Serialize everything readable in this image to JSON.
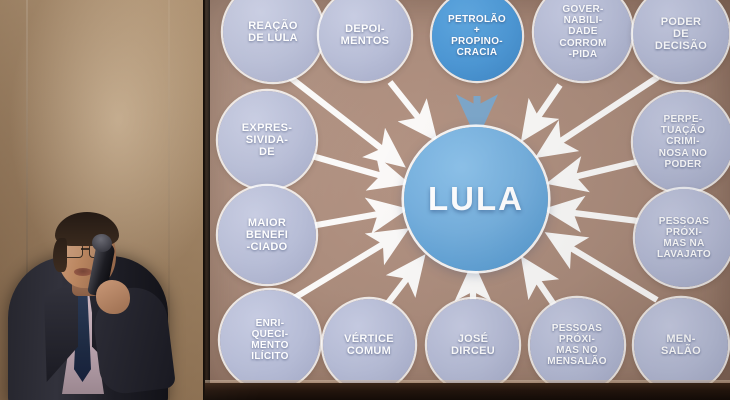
{
  "scene": {
    "kind": "conference-presentation-photo",
    "description": "Speaker with microphone in front of a projected mind-map slide",
    "wall_color": "#9b7b5c",
    "slide_background": "#ab8c7c",
    "frame_color": "#23150d"
  },
  "presenter": {
    "name": "speaker-figure",
    "attire": "dark suit, light shirt, navy tie, eyeglasses",
    "holding": "handheld microphone"
  },
  "slide": {
    "title": "LULA",
    "type": "mind-map",
    "center": {
      "id": "lula",
      "label": "LULA",
      "color": "#76b0de"
    },
    "satellite_color": "#b6bcd6",
    "accent_color": "#4d97d4",
    "arrow_color": "#ffffff",
    "nodes": [
      {
        "id": "reacao-de-lula",
        "lines": [
          "REAÇÃO",
          "DE LULA"
        ],
        "accent": false
      },
      {
        "id": "depoimentos",
        "lines": [
          "DEPOI-",
          "MENTOS"
        ],
        "accent": false
      },
      {
        "id": "petrolao-propinocracia",
        "lines": [
          "PETROLÃO",
          "+",
          "PROPINO-",
          "CRACIA"
        ],
        "accent": true
      },
      {
        "id": "governabilidade",
        "lines": [
          "GOVER-",
          "NABILI-",
          "DADE",
          "CORROM",
          "-PIDA"
        ],
        "accent": false
      },
      {
        "id": "poder-de-decisao",
        "lines": [
          "PODER",
          "DE",
          "DECISÃO"
        ],
        "accent": false
      },
      {
        "id": "expressividade",
        "lines": [
          "EXPRES-",
          "SIVIDA-",
          "DE"
        ],
        "accent": false
      },
      {
        "id": "perpetuacao-criminosa",
        "lines": [
          "PERPE-",
          "TUAÇÃO",
          "CRIMI-",
          "NOSA NO",
          "PODER"
        ],
        "accent": false
      },
      {
        "id": "maior-beneficiado",
        "lines": [
          "MAIOR",
          "BENEFI",
          "-CIADO"
        ],
        "accent": false
      },
      {
        "id": "pessoas-proximas-lavajato",
        "lines": [
          "PESSOAS",
          "PRÓXI-",
          "MAS NA",
          "LAVAJATO"
        ],
        "accent": false
      },
      {
        "id": "enriquecimento-ilicito",
        "lines": [
          "ENRI-",
          "QUECI-",
          "MENTO",
          "ILÍCITO"
        ],
        "accent": false
      },
      {
        "id": "vertice-comum",
        "lines": [
          "VÉRTICE",
          "COMUM"
        ],
        "accent": false
      },
      {
        "id": "jose-dirceu",
        "lines": [
          "JOSÉ",
          "DIRCEU"
        ],
        "accent": false
      },
      {
        "id": "pessoas-proximas-mensalao",
        "lines": [
          "PESSOAS",
          "PRÓXI-",
          "MAS NO",
          "MENSALÃO"
        ],
        "accent": false
      },
      {
        "id": "mensalao",
        "lines": [
          "MEN-",
          "SALÃO"
        ],
        "accent": false
      }
    ],
    "edges_note": "All satellite nodes connect to the central LULA node with white arrows pointing inward"
  }
}
